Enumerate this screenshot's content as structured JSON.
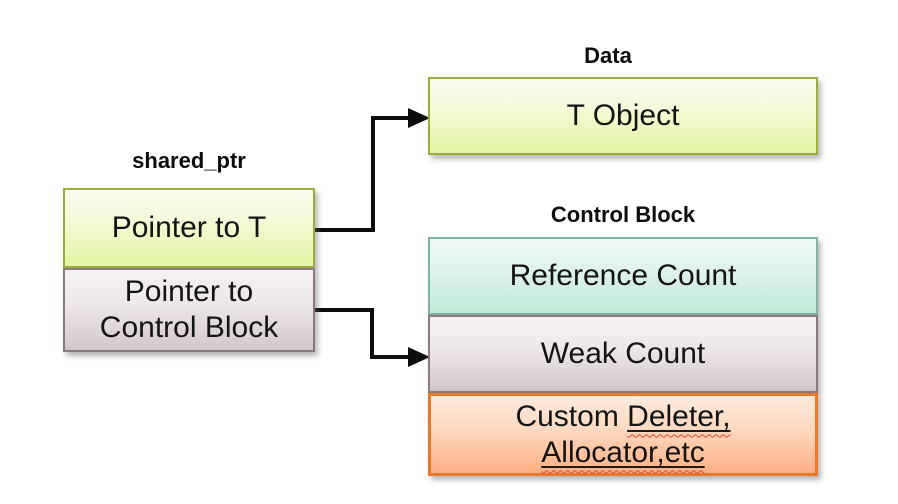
{
  "diagram": {
    "title_context": "shared_ptr memory layout",
    "shared_ptr_group": {
      "title": "shared_ptr",
      "pointer_to_t": "Pointer to T",
      "pointer_to_cb_line1": "Pointer to",
      "pointer_to_cb_line2": "Control Block"
    },
    "data_group": {
      "title": "Data",
      "t_object": "T Object"
    },
    "control_block_group": {
      "title": "Control Block",
      "reference_count": "Reference Count",
      "weak_count": "Weak Count",
      "custom_deleter_prefix": "Custom ",
      "custom_deleter_word": "Deleter,",
      "custom_allocator_word": "Allocator,etc"
    },
    "colors": {
      "green_border": "#9aad3c",
      "green_fill_top": "#f9fcee",
      "green_fill_bottom": "#e3f4a3",
      "mauve_border": "#8a7a7e",
      "mauve_fill_top": "#f5f2f3",
      "mauve_fill_bottom": "#d3c7cc",
      "teal_border": "#7fb2a0",
      "teal_fill_top": "#eef9f5",
      "teal_fill_bottom": "#bfe8d7",
      "orange_border": "#e8792b",
      "orange_fill_top": "#fdebdd",
      "orange_fill_bottom": "#feb083",
      "arrow": "#0d0d0d",
      "text": "#141414",
      "spellcheck_squiggle": "#e8402a",
      "background": "#ffffff"
    }
  }
}
